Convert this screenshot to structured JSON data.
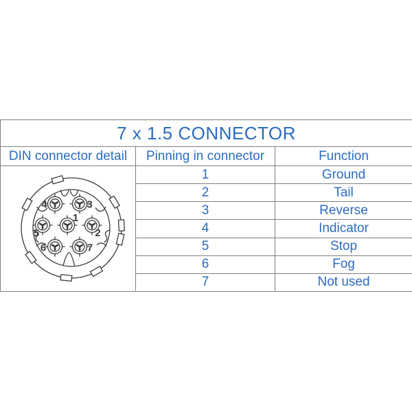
{
  "colors": {
    "text_blue": "#2b6cbe",
    "border_gray": "#7f7f7f",
    "drawing_gray": "#3a3a3a"
  },
  "table": {
    "title": "7 x 1.5 CONNECTOR",
    "headers": [
      "DIN connector detail",
      "Pinning in connector",
      "Function"
    ],
    "rows": [
      {
        "pin": "1",
        "function": "Ground"
      },
      {
        "pin": "2",
        "function": "Tail"
      },
      {
        "pin": "3",
        "function": "Reverse"
      },
      {
        "pin": "4",
        "function": "Indicator"
      },
      {
        "pin": "5",
        "function": "Stop"
      },
      {
        "pin": "6",
        "function": "Fog"
      },
      {
        "pin": "7",
        "function": "Not used"
      }
    ]
  },
  "diagram": {
    "pin_labels": [
      "1",
      "2",
      "3",
      "4",
      "5",
      "6",
      "7"
    ]
  }
}
